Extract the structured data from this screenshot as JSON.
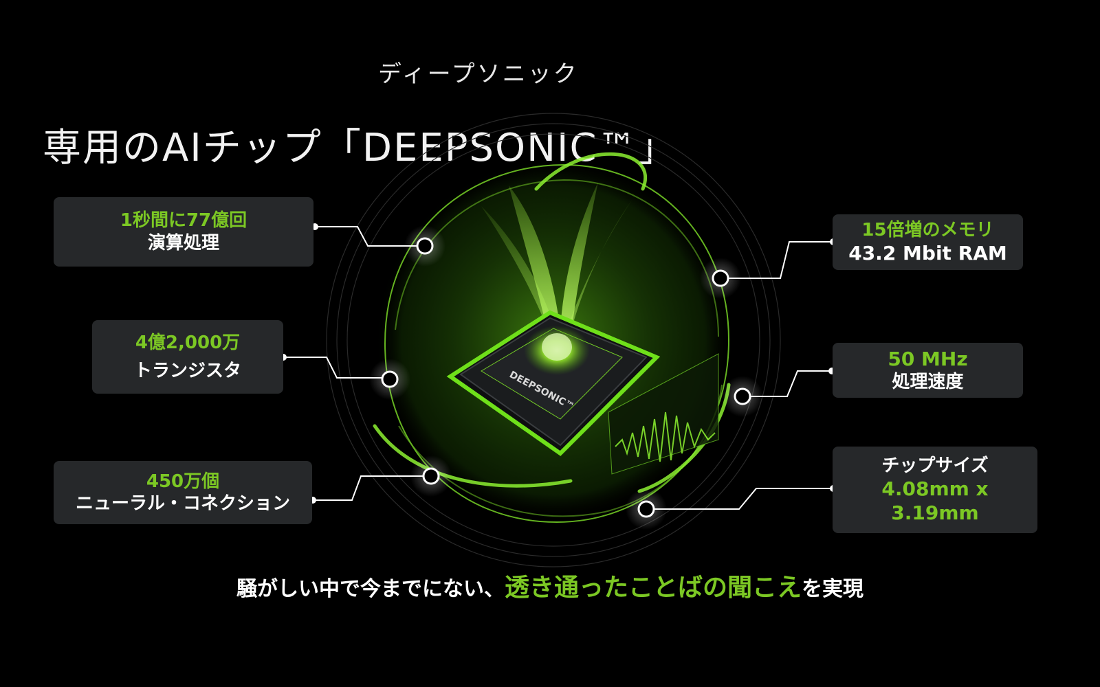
{
  "header": {
    "ruby": "ディープソニック",
    "title": "専用のAIチップ「DEEPSONIC™」"
  },
  "chip_label": "DEEPSONIC™",
  "specs": {
    "ops": {
      "highlight": "1秒間に77億回",
      "label": "演算処理"
    },
    "transistors": {
      "highlight": "4億2,000万",
      "label": "トランジスタ"
    },
    "neural": {
      "highlight": "450万個",
      "label": "ニューラル・コネクション"
    },
    "memory": {
      "highlight": "15倍増のメモリ",
      "label": "43.2 Mbit RAM"
    },
    "speed": {
      "highlight": "50 MHz",
      "label": "処理速度"
    },
    "size": {
      "label": "チップサイズ",
      "highlight_1": "4.08mm x",
      "highlight_2": "3.19mm"
    }
  },
  "tagline": {
    "prefix": "騒がしい中で今までにない、",
    "highlight": "透き通ったことばの聞こえ",
    "suffix": "を実現"
  },
  "colors": {
    "accent": "#7cc824",
    "box": "#26282a",
    "background": "#000000"
  }
}
